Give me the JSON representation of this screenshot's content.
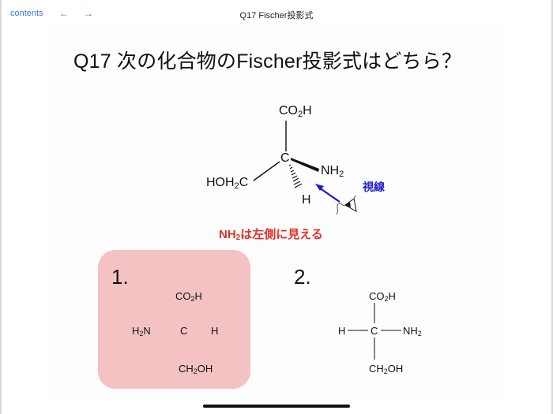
{
  "topbar": {
    "contents_label": "contents",
    "back_icon": "←",
    "forward_icon": "→",
    "title": "Q17 Fischer投影式"
  },
  "slide": {
    "question": "Q17 次の化合物のFischer投影式はどちら？",
    "wedge_structure": {
      "top": "CO2H",
      "center": "C",
      "left": "HOH2C",
      "wedge_bold": "NH2",
      "hashed": "H"
    },
    "viewpoint_label": "視線",
    "viewpoint_icon": "eye-icon",
    "note": "NH2は左側に見える",
    "note_color": "#e0322c",
    "viewpoint_color": "#1a1ad6",
    "choices": [
      {
        "number": "1.",
        "highlighted": true,
        "highlight_color": "#f4c2c2",
        "top": "CO2H",
        "left": "H2N",
        "center": "C",
        "right": "H",
        "bottom": "CH2OH"
      },
      {
        "number": "2.",
        "highlighted": false,
        "top": "CO2H",
        "left": "H",
        "center": "C",
        "right": "NH2",
        "bottom": "CH2OH"
      }
    ]
  }
}
